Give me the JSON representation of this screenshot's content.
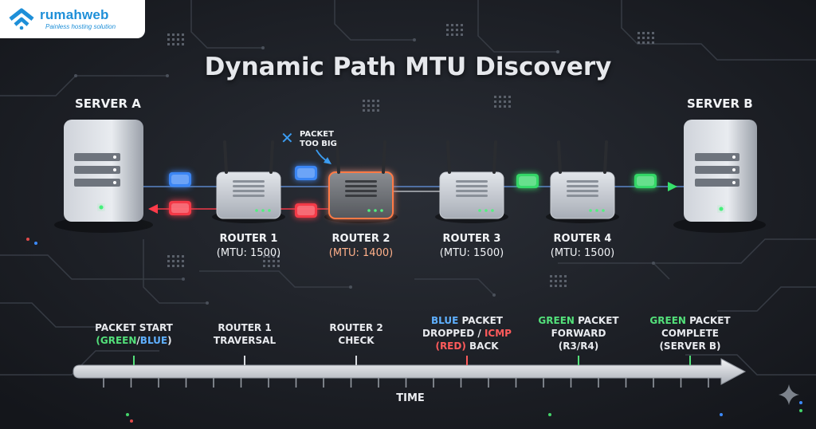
{
  "brand": {
    "name": "rumahweb",
    "tagline": "Painless hosting solution",
    "color": "#1e8fd8"
  },
  "title": "Dynamic Path MTU Discovery",
  "servers": [
    {
      "id": "a",
      "label": "SERVER A"
    },
    {
      "id": "b",
      "label": "SERVER B"
    }
  ],
  "routers": [
    {
      "name": "ROUTER 1",
      "mtu": "(MTU: 1500)",
      "state": "normal"
    },
    {
      "name": "ROUTER 2",
      "mtu": "(MTU: 1400)",
      "state": "bottleneck"
    },
    {
      "name": "ROUTER 3",
      "mtu": "(MTU: 1500)",
      "state": "normal"
    },
    {
      "name": "ROUTER 4",
      "mtu": "(MTU: 1500)",
      "state": "normal"
    }
  ],
  "warning": {
    "line1": "PACKET",
    "line2": "TOO BIG",
    "icon": "x-icon"
  },
  "timeline": {
    "axis_label": "TIME",
    "events": [
      {
        "parts": [
          [
            "PACKET START",
            ""
          ],
          [
            "(GREEN",
            "green"
          ],
          [
            "/",
            ""
          ],
          [
            "BLUE",
            "blue"
          ],
          [
            ")",
            ""
          ]
        ],
        "line_break_after": 0
      },
      {
        "parts": [
          [
            "ROUTER 1",
            ""
          ],
          [
            "TRAVERSAL",
            ""
          ]
        ],
        "line_break_after": 0
      },
      {
        "parts": [
          [
            "ROUTER 2",
            ""
          ],
          [
            "CHECK",
            ""
          ]
        ],
        "line_break_after": 0
      },
      {
        "parts": [
          [
            "BLUE",
            "blue"
          ],
          [
            " PACKET",
            ""
          ],
          [
            "DROPPED / ",
            ""
          ],
          [
            "ICMP",
            "red"
          ],
          [
            "(RED)",
            "red"
          ],
          [
            " BACK",
            ""
          ]
        ],
        "line_break_after": 1
      },
      {
        "parts": [
          [
            "GREEN",
            "green"
          ],
          [
            " PACKET",
            ""
          ],
          [
            "FORWARD",
            ""
          ],
          [
            "(R3/R4)",
            ""
          ]
        ],
        "line_break_after": 1
      },
      {
        "parts": [
          [
            "GREEN",
            "green"
          ],
          [
            " PACKET",
            ""
          ],
          [
            "COMPLETE",
            ""
          ],
          [
            "(SERVER B)",
            ""
          ]
        ],
        "line_break_after": 1
      }
    ]
  },
  "colors": {
    "background": "#1b1e24",
    "blue_packet": "#3d8bff",
    "red_packet": "#ff3b4a",
    "green_packet": "#36e06a",
    "bottleneck_glow": "#ff7a45"
  },
  "icons": [
    "sparkle-icon",
    "server-icon",
    "router-icon",
    "arrow-icon"
  ]
}
